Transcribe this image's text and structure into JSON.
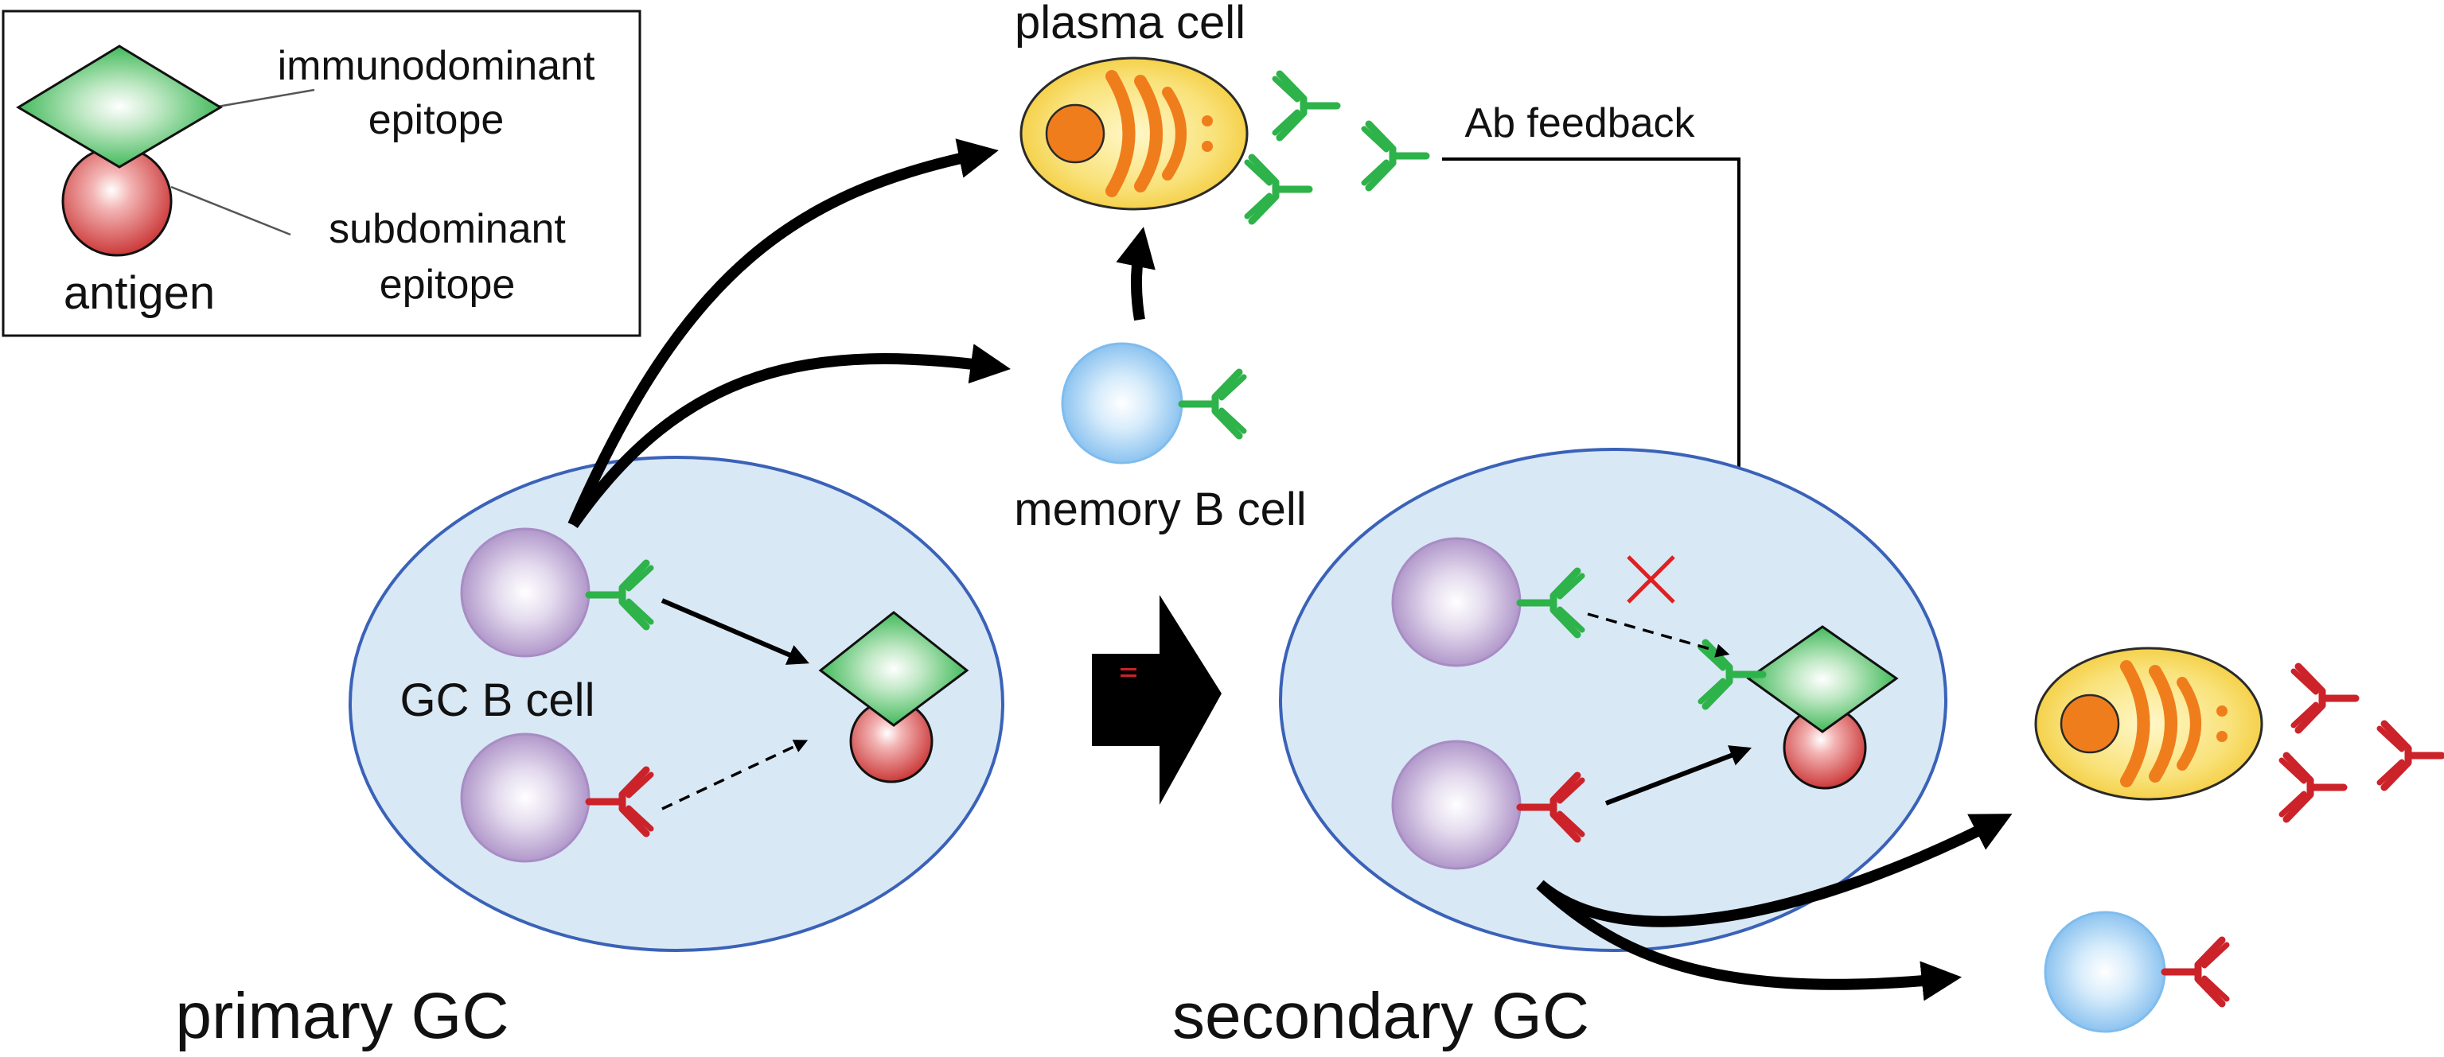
{
  "legend": {
    "immunodominant_line1": "immunodominant",
    "immunodominant_line2": "epitope",
    "subdominant_line1": "subdominant",
    "subdominant_line2": "epitope",
    "antigen": "antigen"
  },
  "labels": {
    "plasma_cell": "plasma cell",
    "memory_b_cell": "memory B cell",
    "ab_feedback": "Ab feedback",
    "gc_b_cell": "GC B cell",
    "primary_gc": "primary GC",
    "secondary_gc": "secondary GC"
  },
  "colors": {
    "immunodominant": "#2eb24a",
    "subdominant": "#cc2229",
    "gc_fill": "#d9e8f5",
    "gc_stroke": "#3a62b8",
    "plasma_fill": "#f7d63e",
    "plasma_nucleus": "#f07d1c",
    "memory_fill": "#a9d4f5",
    "gc_b_cell_fill": "#a88cc4",
    "block_mark": "#cc2229"
  },
  "icons": {
    "block_mark": "x-mark-icon",
    "process_arrow": "right-arrow-icon"
  }
}
